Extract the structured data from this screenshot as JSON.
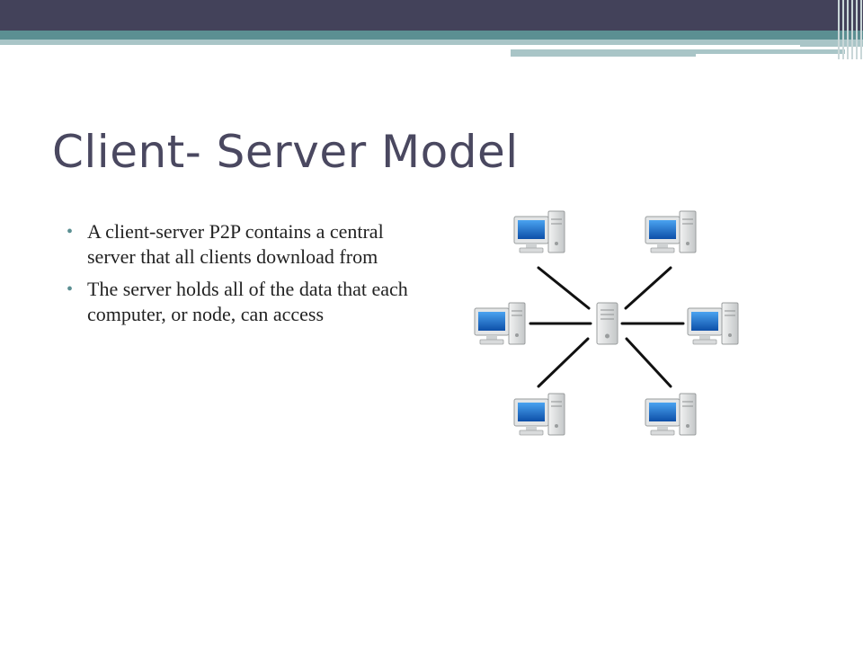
{
  "slide": {
    "title": "Client- Server Model",
    "bullets": [
      "A client-server P2P contains a central server that all clients download from",
      "The server holds all of the data that each computer, or node, can access"
    ]
  },
  "diagram": {
    "nodes": [
      "server",
      "client",
      "client",
      "client",
      "client",
      "client",
      "client"
    ],
    "colors": {
      "screen": "#1565c0",
      "case": "#d9dbdc",
      "line": "#111111"
    }
  },
  "theme": {
    "dark_bar": "#43425a",
    "teal_bar": "#5b8f92",
    "light_bar": "#a9c5c7",
    "title_color": "#4a4860"
  }
}
